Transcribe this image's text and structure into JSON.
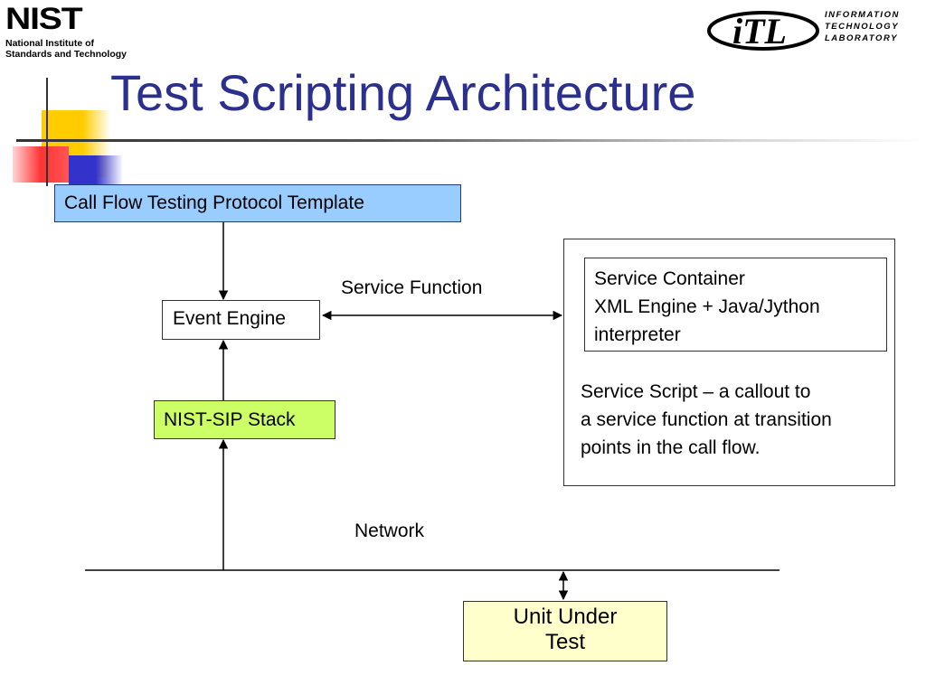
{
  "logos": {
    "nist_mark": "NIST",
    "nist_line1": "National Institute of",
    "nist_line2": "Standards and Technology",
    "itl_lines": [
      "INFORMATION",
      "TECHNOLOGY",
      "LABORATORY"
    ]
  },
  "title": "Test Scripting Architecture",
  "nodes": {
    "call_flow_template": "Call Flow Testing Protocol Template",
    "event_engine": "Event Engine",
    "nist_sip_stack": "NIST-SIP Stack",
    "service_container": {
      "lines": [
        "Service Container",
        "XML Engine + Java/Jython",
        "interpreter"
      ]
    },
    "service_script": {
      "lines": [
        "Service Script – a callout to",
        "a service function at transition",
        "points in the call flow."
      ]
    },
    "unit_under_test": {
      "lines": [
        "Unit Under",
        "Test"
      ]
    }
  },
  "labels": {
    "service_function": "Service Function",
    "network": "Network"
  },
  "colors": {
    "title": "#2b2f8e",
    "template_fill": "#99ccff",
    "sip_fill": "#ccff66",
    "uut_fill": "#ffffcc",
    "deco_yellow": "#ffcc00",
    "deco_red": "#ff3333",
    "deco_blue": "#3333cc"
  }
}
